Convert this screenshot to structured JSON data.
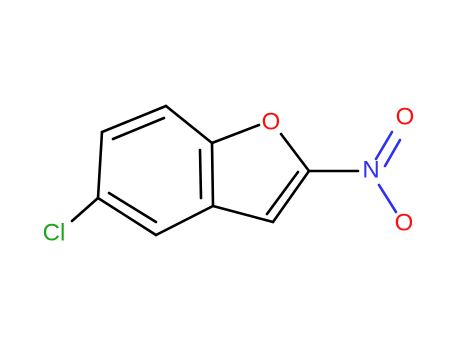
{
  "molecule": {
    "atoms": {
      "chlorine": {
        "label": "Cl",
        "color": "#1fa41f"
      },
      "ring_oxygen": {
        "label": "O",
        "color": "#ff0d0d"
      },
      "nitro_nitrogen": {
        "label": "N",
        "color": "#3030f0"
      },
      "nitro_oxygen_top": {
        "label": "O",
        "color": "#ff0d0d"
      },
      "nitro_oxygen_bottom": {
        "label": "O",
        "color": "#ff0d0d"
      }
    },
    "bond_color": "#000000"
  }
}
